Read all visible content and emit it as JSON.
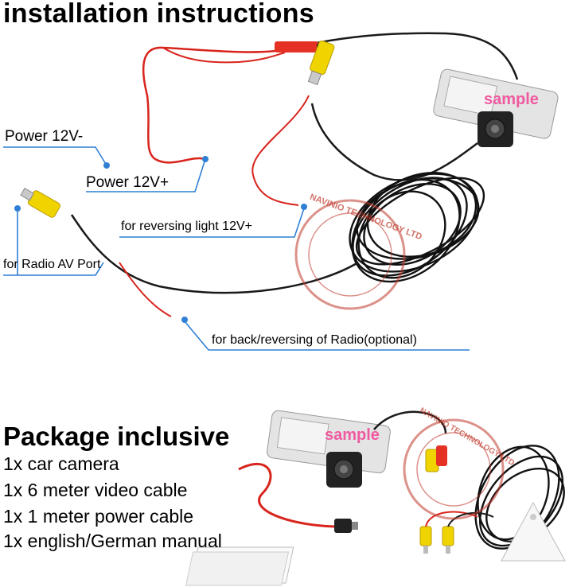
{
  "installation": {
    "title": "installation instructions",
    "labels": {
      "power_minus": "Power 12V-",
      "power_plus": "Power 12V+",
      "reversing_light": "for reversing light 12V+",
      "radio_av": "for Radio AV Port",
      "back_reversing": "for back/reversing of Radio(optional)"
    },
    "watermark": "sample",
    "stamp_text": "NAVINIO TECHNOLOGY LTD"
  },
  "package": {
    "title": "Package inclusive",
    "items": [
      "1x car camera",
      "1x 6 meter video cable",
      "1x 1 meter power cable",
      "1x english/German manual"
    ],
    "watermark": "sample",
    "stamp_text": "NAVINIO TECHNOLOGY LTD"
  },
  "colors": {
    "wire_red": "#d8241c",
    "wire_black": "#1a1a1a",
    "plug_yellow": "#f0d400",
    "leader_blue": "#2f7fd4",
    "watermark_pink": "#f05aa0",
    "stamp_red": "#c0392b"
  },
  "icons": [
    "camera-icon",
    "rca-plug-icon",
    "power-plug-icon",
    "stamp-icon"
  ]
}
